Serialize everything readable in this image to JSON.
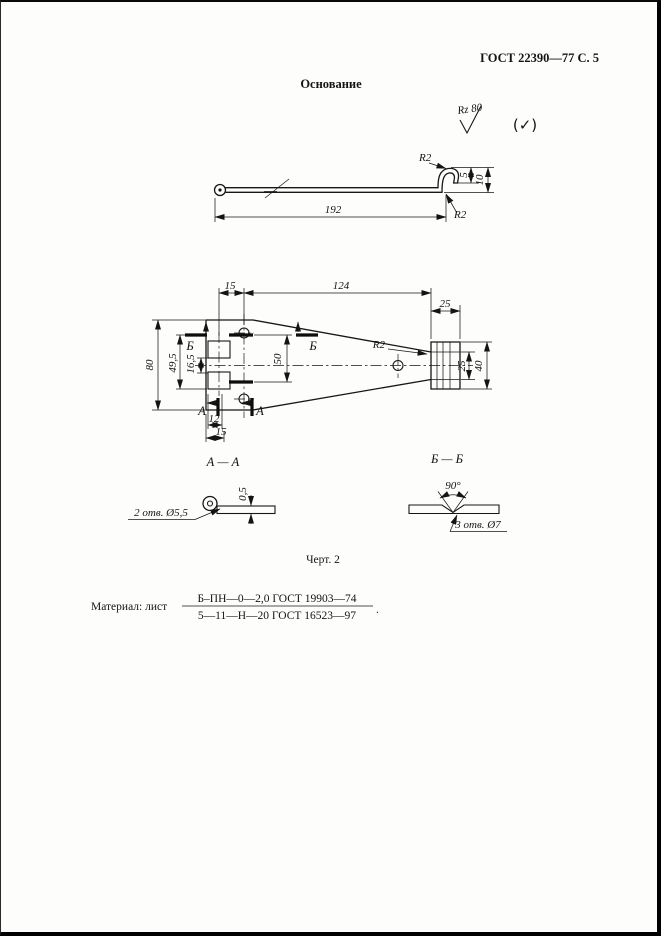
{
  "page": {
    "header": "ГОСТ 22390—77 С. 5",
    "title": "Основание",
    "caption": "Черт. 2"
  },
  "finish": {
    "roughness": "Rz 80",
    "alt": "(✓)"
  },
  "side_view": {
    "r2_top": "R2",
    "r2_bottom": "R2",
    "dim_5": "5",
    "dim_10": "10",
    "dim_192": "192"
  },
  "plan": {
    "dim_15_top": "15",
    "dim_124": "124",
    "dim_25_top": "25",
    "dim_80": "80",
    "dim_49_5": "49,5",
    "dim_16_5": "16,5",
    "dim_50": "50",
    "dim_25_right": "25",
    "dim_40": "40",
    "r2": "R2",
    "dim_12": "12",
    "dim_15_bottom": "15",
    "sec_b_left": "Б",
    "sec_b_right": "Б",
    "sec_a_left": "А",
    "sec_a_right": "А"
  },
  "section_aa": {
    "title": "А — А",
    "dim_05": "0,5",
    "note": "2 отв. Ø5,5"
  },
  "section_bb": {
    "title": "Б — Б",
    "angle": "90°",
    "note": "3 отв. Ø7"
  },
  "material": {
    "label": "Материал: лист",
    "numerator": "Б–ПН—0—2,0  ГОСТ 19903—74",
    "denominator": "5—11—Н—20  ГОСТ 16523—97",
    "period": "."
  }
}
